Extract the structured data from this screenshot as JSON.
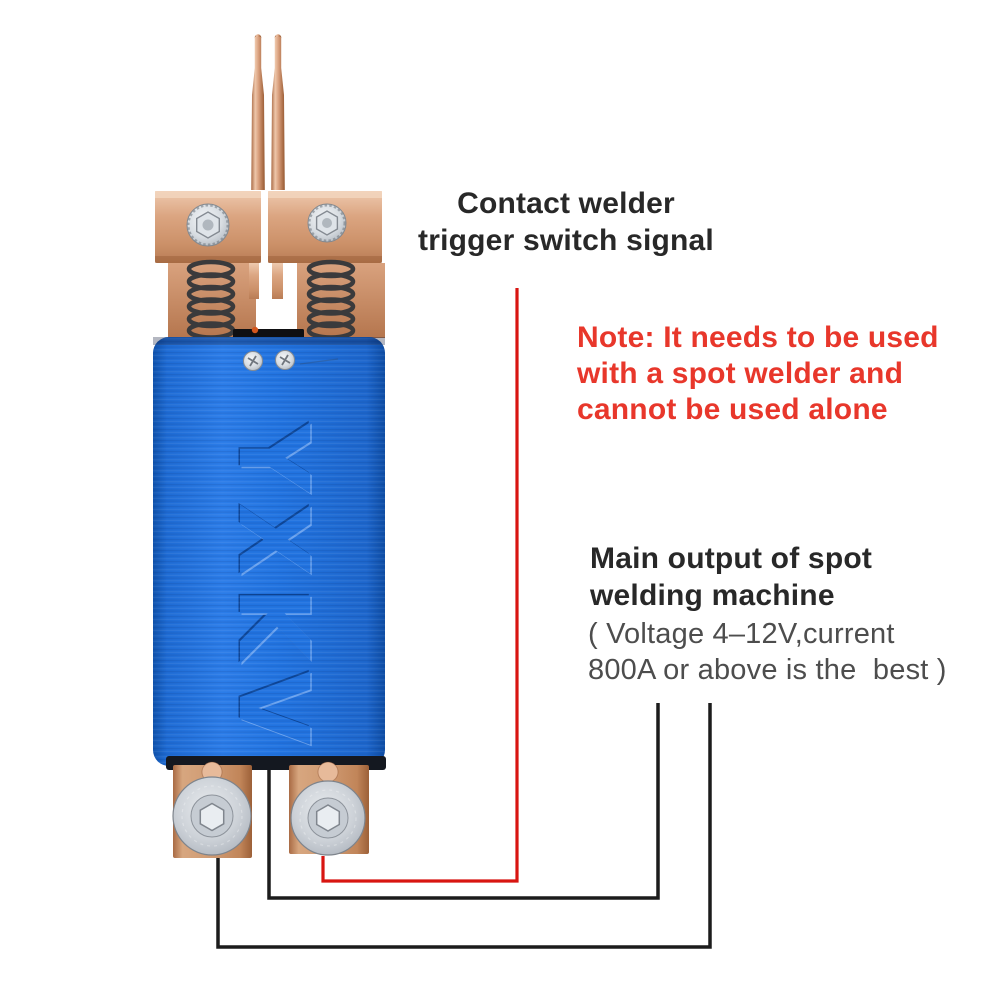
{
  "colors": {
    "red_text": "#e8372b",
    "red_line": "#d81511",
    "black_line": "#1c1c1c",
    "dark_text": "#282828",
    "gray_text": "#4d4d4d",
    "body_blue": "#2173e0",
    "copper": "#d49c7b",
    "steel": "#ccd1d8",
    "spring_gray": "#3b3b3d",
    "background": "#ffffff"
  },
  "labels": {
    "trigger_signal": {
      "lines": [
        "Contact welder",
        "trigger switch signal"
      ]
    },
    "note": {
      "lines": [
        "Note: It needs to be used",
        "with a spot welder and",
        "cannot be used alone"
      ]
    },
    "main_output": {
      "heading_lines": [
        "Main output of spot",
        "welding machine"
      ],
      "detail_lines": [
        "( Voltage 4–12V,current",
        "800A or above is the  best )"
      ]
    }
  },
  "device": {
    "brand_text": "YXKV"
  }
}
